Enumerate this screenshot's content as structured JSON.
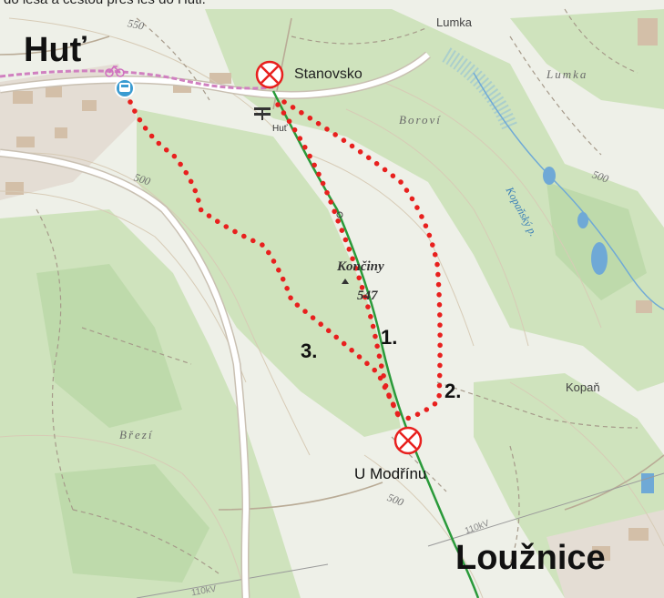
{
  "caption": "do lesa a cestou přes les do Huti.",
  "places": {
    "hut": "Huť",
    "loznice": "Loužnice",
    "stanovsko": "Stanovsko",
    "u_modrinu": "U Modřínu",
    "lumka_small": "Lumka",
    "lumka_italic": "Lumka",
    "borovi": "Boroví",
    "brezi": "Březí",
    "kopan": "Kopaň",
    "hut_stop": "Huť",
    "konciny": "Končiny"
  },
  "peak_elevation": "547",
  "stream": "Kopaňský p.",
  "contours": [
    "550",
    "500",
    "500",
    "500"
  ],
  "powerlines": [
    "110kV",
    "110kV"
  ],
  "routes": [
    "1.",
    "2.",
    "3."
  ],
  "colors": {
    "route": "#e8201e",
    "railway": "#2a9a3a",
    "forest": "#cfe3bd",
    "meadow": "#eef0e8",
    "cycle_route": "#d080c0"
  },
  "icons": [
    "bicycle-icon",
    "bus-stop-icon",
    "crossed-circle-icon",
    "rail-stop-icon"
  ]
}
